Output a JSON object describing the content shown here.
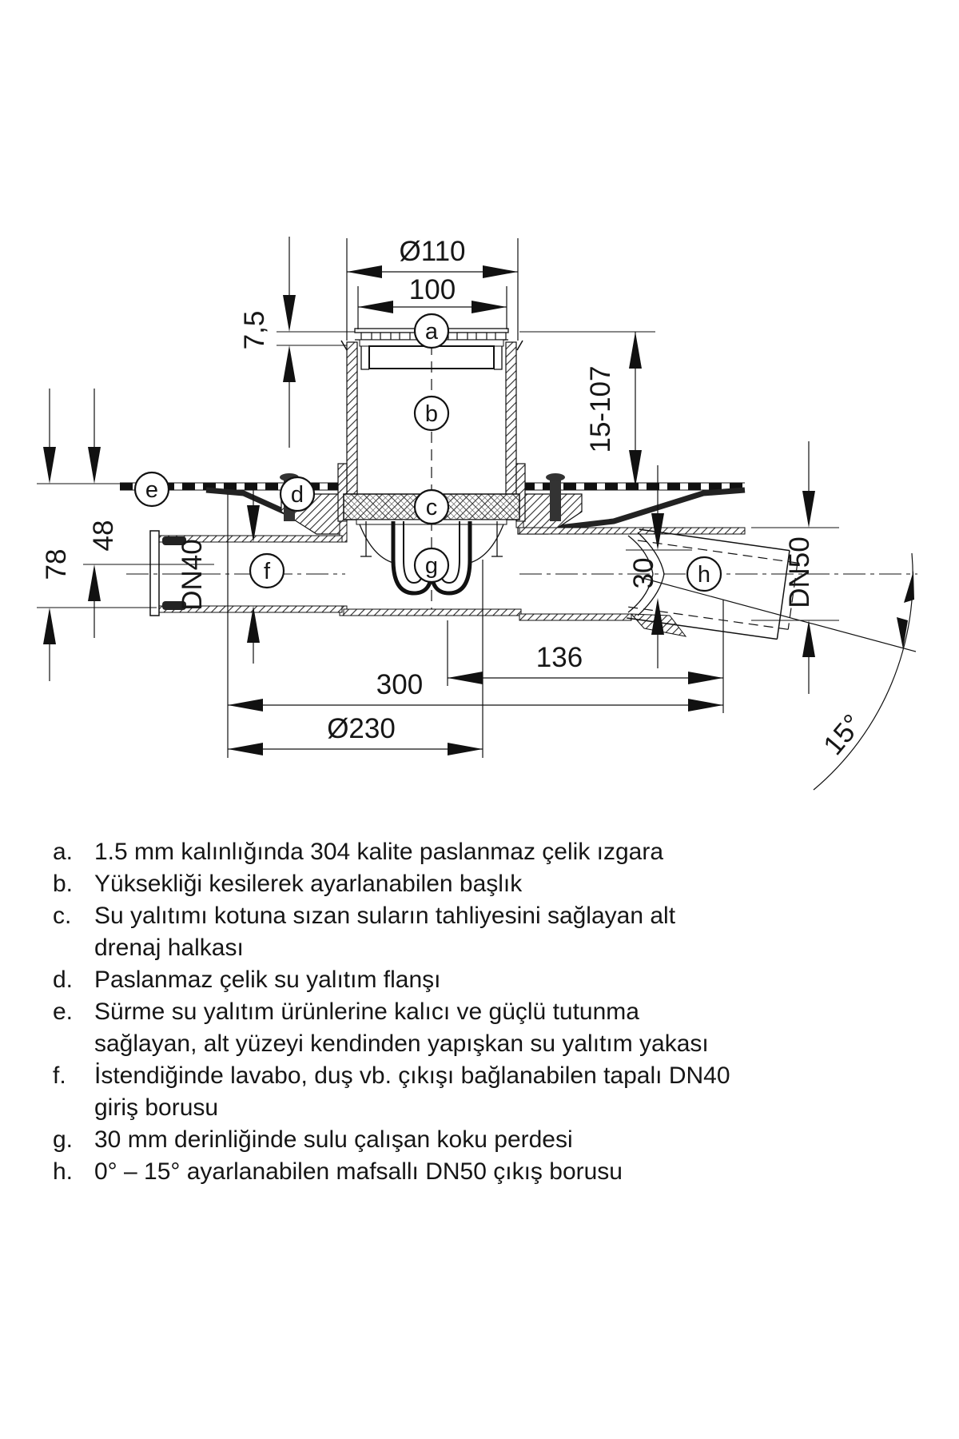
{
  "drawing": {
    "dims": {
      "grate_outer_diameter": "Ø110",
      "grate_width": "100",
      "grate_thickness": "7,5",
      "height_adjust_range": "15-107",
      "depth_total": "78",
      "depth_to_flange": "48",
      "inlet_size": "DN40",
      "trap_seal_depth": "30",
      "outlet_length": "136",
      "body_length": "300",
      "flange_diameter": "Ø230",
      "outlet_size": "DN50",
      "swivel_angle": "15°"
    },
    "markers": {
      "a": "a",
      "b": "b",
      "c": "c",
      "d": "d",
      "e": "e",
      "f": "f",
      "g": "g",
      "h": "h"
    }
  },
  "legend": {
    "items": [
      {
        "letter": "a.",
        "text": "1.5 mm kalınlığında 304 kalite paslanmaz çelik ızgara"
      },
      {
        "letter": "b.",
        "text": "Yüksekliği kesilerek ayarlanabilen başlık"
      },
      {
        "letter": "c.",
        "text": "Su yalıtımı kotuna sızan suların tahliyesini sağlayan alt\ndrenaj halkası"
      },
      {
        "letter": "d.",
        "text": "Paslanmaz çelik su yalıtım flanşı"
      },
      {
        "letter": "e.",
        "text": "Sürme su yalıtım ürünlerine kalıcı ve güçlü tutunma\nsağlayan, alt yüzeyi kendinden yapışkan su yalıtım yakası"
      },
      {
        "letter": "f.",
        "text": "İstendiğinde lavabo, duş vb. çıkışı bağlanabilen tapalı DN40\ngiriş borusu"
      },
      {
        "letter": "g.",
        "text": "30 mm derinliğinde sulu çalışan koku perdesi"
      },
      {
        "letter": "h.",
        "text": "0° – 15° ayarlanabilen mafsallı DN50 çıkış borusu"
      }
    ]
  }
}
